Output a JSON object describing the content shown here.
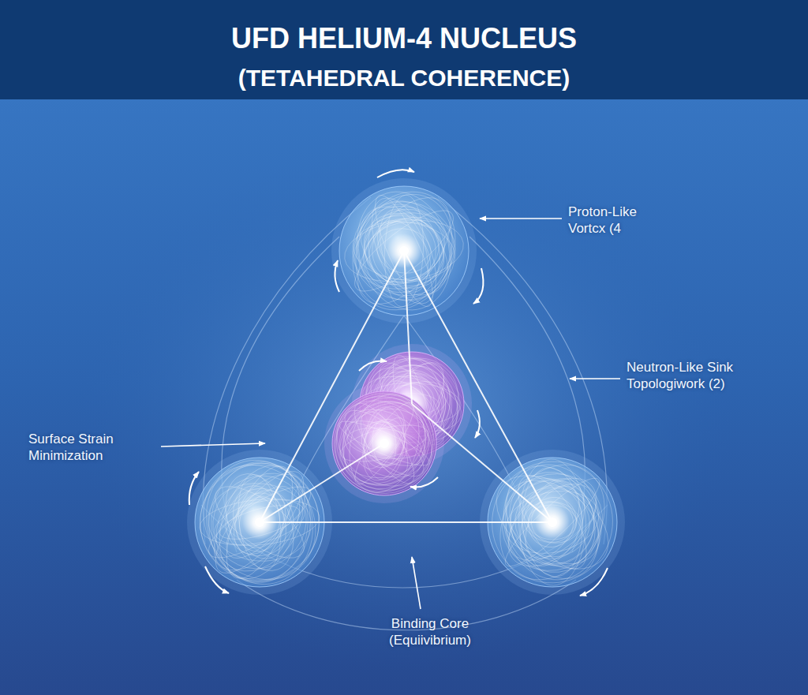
{
  "diagram": {
    "title": "UFD HELIUM-4 NUCLEUS",
    "labels": [
      "(TETAHEDRAL COHERENCE)",
      "Proton-Like Vortcx (4",
      "Neutron-Like Sink Topologiwork (2)",
      "Surface Strain Minimization",
      "Binding Core (Equiivibrium)"
    ]
  }
}
